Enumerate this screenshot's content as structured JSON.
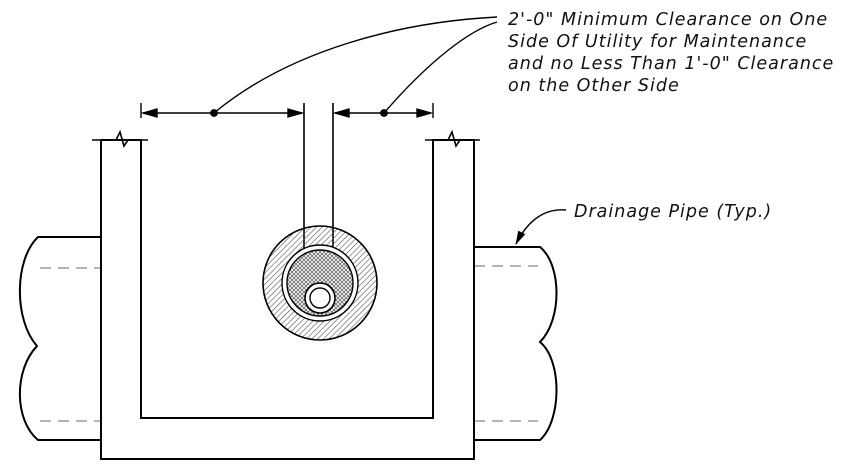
{
  "annotations": {
    "clearance_note": [
      "2'-0\" Minimum Clearance on One",
      "Side Of Utility for Maintenance",
      "and no Less Than 1'-0\" Clearance",
      "on the Other Side"
    ],
    "pipe_label": "Drainage Pipe (Typ.)"
  },
  "colors": {
    "line": "#000000",
    "hatch": "#555555",
    "hidden_line": "#888888",
    "background": "#ffffff"
  }
}
